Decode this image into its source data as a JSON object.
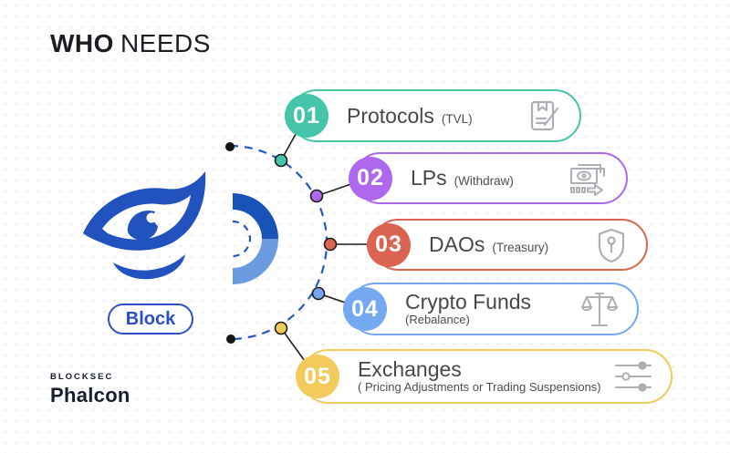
{
  "header": {
    "title_bold": "WHO",
    "title_regular": "NEEDS"
  },
  "diagram": {
    "center_label": "Block",
    "eye_logo": "blocksec-eye-logo",
    "arc_color": "#2456c4",
    "ring_dark": "#1a53b8",
    "ring_light": "#6c9ce0",
    "logo_blue": "#2152be"
  },
  "items": [
    {
      "number": "01",
      "title": "Protocols",
      "subtitle": "(TVL)",
      "color": "#45c4a9",
      "icon": "ledger-pen-icon"
    },
    {
      "number": "02",
      "title": "LPs",
      "subtitle": "(Withdraw)",
      "color": "#ae68ee",
      "icon": "cash-withdraw-icon"
    },
    {
      "number": "03",
      "title": "DAOs",
      "subtitle": "(Treasury)",
      "color": "#db6451",
      "icon": "shield-key-icon"
    },
    {
      "number": "04",
      "title": "Crypto Funds",
      "subtitle": "(Rebalance)",
      "color": "#74a9f1",
      "icon": "balance-scale-icon"
    },
    {
      "number": "05",
      "title": "Exchanges",
      "subtitle": "( Pricing Adjustments or Trading Suspensions)",
      "color": "#f2cb5c",
      "icon": "sliders-icon"
    }
  ],
  "brand": {
    "top": "BLOCKSEC",
    "bottom": "Phalcon"
  }
}
